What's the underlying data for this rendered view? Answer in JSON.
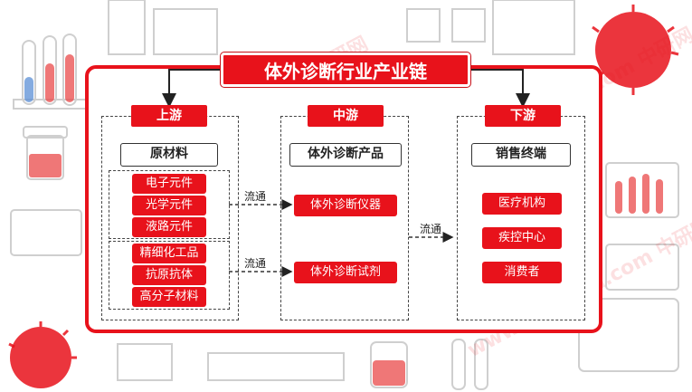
{
  "title": "体外诊断行业产业链",
  "flow_label": "流通",
  "upstream": {
    "header": "上游",
    "sub": "原材料",
    "group1": [
      "电子元件",
      "光学元件",
      "液路元件"
    ],
    "group2": [
      "精细化工品",
      "抗原抗体",
      "高分子材料"
    ]
  },
  "midstream": {
    "header": "中游",
    "sub": "体外诊断产品",
    "items": [
      "体外诊断仪器",
      "体外诊断试剂"
    ]
  },
  "downstream": {
    "header": "下游",
    "sub": "销售终端",
    "items": [
      "医疗机构",
      "疾控中心",
      "消费者"
    ]
  },
  "colors": {
    "accent": "#e8121b",
    "text": "#222222"
  }
}
